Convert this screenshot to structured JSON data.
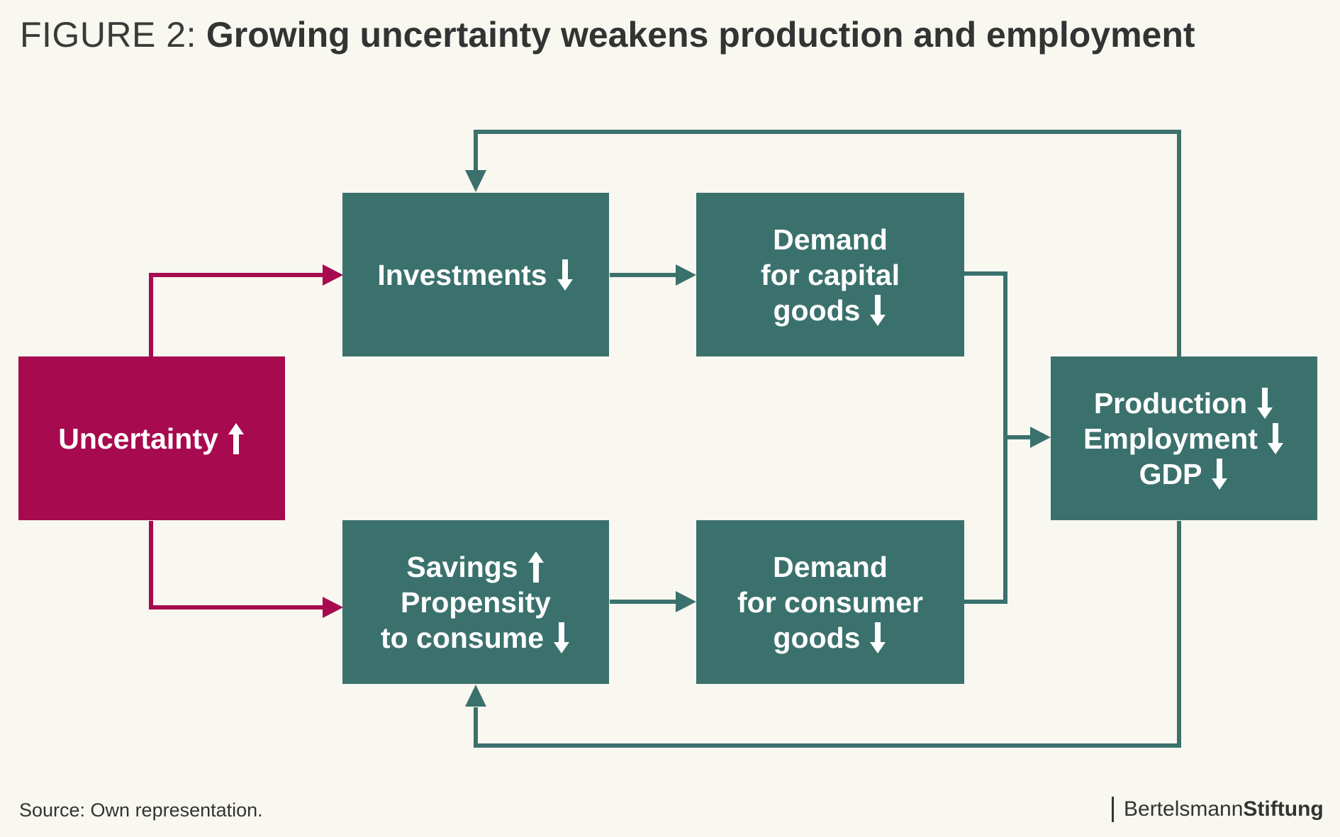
{
  "title": {
    "prefix": "FIGURE 2:",
    "main": "Growing uncertainty weakens production and employment"
  },
  "nodes": {
    "uncertainty": {
      "lines": [
        {
          "text": "Uncertainty",
          "arrow": "up"
        }
      ]
    },
    "investments": {
      "lines": [
        {
          "text": "Investments",
          "arrow": "down"
        }
      ]
    },
    "capital_goods": {
      "lines": [
        {
          "text": "Demand",
          "arrow": ""
        },
        {
          "text": "for capital",
          "arrow": ""
        },
        {
          "text": "goods",
          "arrow": "down"
        }
      ]
    },
    "savings": {
      "lines": [
        {
          "text": "Savings",
          "arrow": "up"
        },
        {
          "text": "Propensity",
          "arrow": ""
        },
        {
          "text": "to consume",
          "arrow": "down"
        }
      ]
    },
    "consumer_goods": {
      "lines": [
        {
          "text": "Demand",
          "arrow": ""
        },
        {
          "text": "for consumer",
          "arrow": ""
        },
        {
          "text": "goods",
          "arrow": "down"
        }
      ]
    },
    "production": {
      "lines": [
        {
          "text": "Production",
          "arrow": "down"
        },
        {
          "text": "Employment",
          "arrow": "down"
        },
        {
          "text": "GDP",
          "arrow": "down"
        }
      ]
    }
  },
  "footer": {
    "source": "Source: Own representation.",
    "brand_regular": "Bertelsmann",
    "brand_bold": "Stiftung"
  },
  "colors": {
    "teal": "#3b716d",
    "magenta": "#a70a4e",
    "background": "#f8f7f0"
  }
}
